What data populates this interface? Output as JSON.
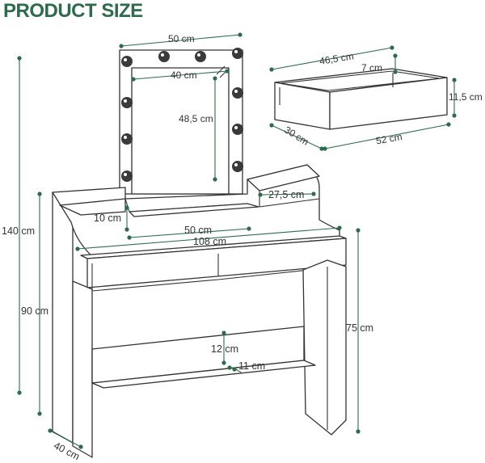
{
  "title": "PRODUCT SIZE",
  "dimensions": {
    "mirror_width": "50 cm",
    "mirror_glass_width": "40 cm",
    "mirror_glass_height": "48,5 cm",
    "drawer_width": "46,5 cm",
    "drawer_height": "7 cm",
    "drawer_side": "11,5 cm",
    "drawer_depth": "30 cm",
    "drawer_length": "52 cm",
    "total_height": "140 cm",
    "shelf_height": "10 cm",
    "shelf_width": "50 cm",
    "side_compartment": "27,5 cm",
    "table_width": "108 cm",
    "table_height": "90 cm",
    "leg_height": "75 cm",
    "bottom_shelf_height": "12 cm",
    "bottom_shelf_depth": "11 cm",
    "table_depth": "40 cm"
  },
  "colors": {
    "accent": "#2d6b4c",
    "line": "#333333"
  }
}
